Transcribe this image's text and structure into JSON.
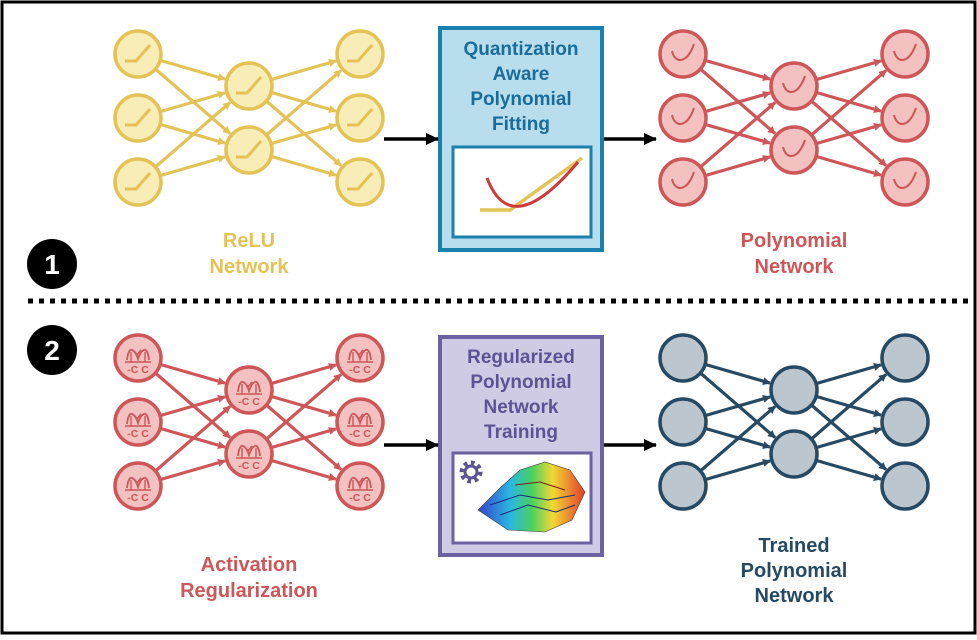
{
  "colors": {
    "relu": "#E3C256",
    "relu_fill": "#F8EDB6",
    "poly": "#CE5658",
    "poly_fill": "#F3C1C0",
    "trained": "#264A63",
    "trained_fill": "#BCC6CE",
    "box1_border": "#1A80AE",
    "box1_fill": "#B8DDED",
    "box1_text": "#1A6C9B",
    "box2_border": "#6C62A1",
    "box2_fill": "#CFCBE4",
    "box2_text": "#5B5393"
  },
  "stage1": {
    "step": "1",
    "left_label": [
      "ReLU",
      "Network"
    ],
    "box_title": [
      "Quantization",
      "Aware",
      "Polynomial",
      "Fitting"
    ],
    "right_label": [
      "Polynomial",
      "Network"
    ]
  },
  "stage2": {
    "step": "2",
    "left_label": [
      "Activation",
      "Regularization"
    ],
    "box_title": [
      "Regularized",
      "Polynomial",
      "Network",
      "Training"
    ],
    "right_label": [
      "Trained",
      "Polynomial",
      "Network"
    ],
    "node_glyph": "-C C",
    "icons": [
      "gear-icon",
      "loss-surface-icon"
    ]
  }
}
